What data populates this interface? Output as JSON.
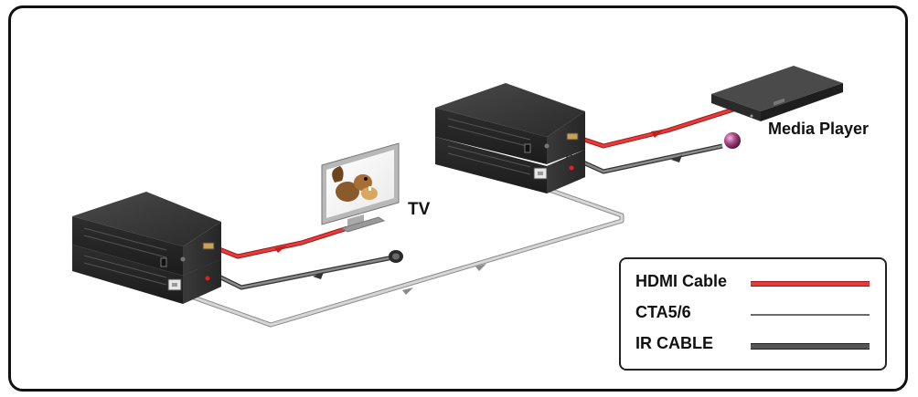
{
  "labels": {
    "media_player": "Media Player",
    "tv": "TV"
  },
  "legend": {
    "items": [
      {
        "label": "HDMI Cable",
        "color": "#e83a3a"
      },
      {
        "label": "CTA5/6",
        "color": "#6a6a6a"
      },
      {
        "label": "IR CABLE",
        "color": "#555555"
      }
    ]
  },
  "colors": {
    "device_body": "#2a2a2a",
    "hdmi_cable": "#e83a3a",
    "cat_cable": "#bdbdbd",
    "ir_cable": "#6a6a6a"
  },
  "icons": [
    "extender-transmitter-icon",
    "extender-receiver-icon",
    "media-player-icon",
    "tv-icon",
    "ir-sensor-icon",
    "ir-emitter-icon",
    "rj45-port-icon",
    "hdmi-port-icon"
  ]
}
